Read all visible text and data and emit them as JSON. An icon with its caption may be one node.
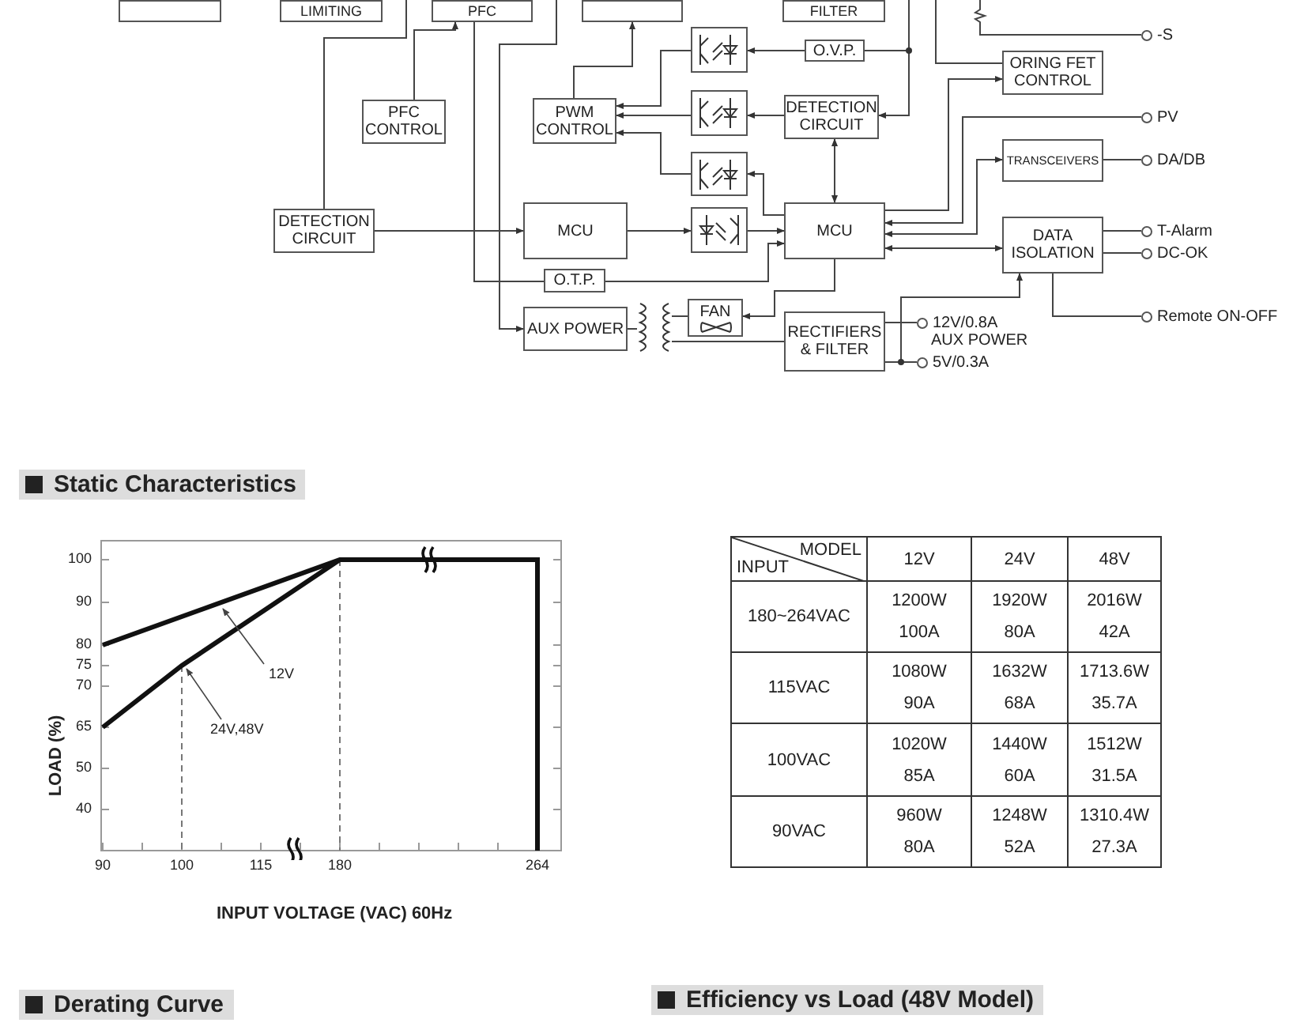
{
  "diagram": {
    "nodes": [
      {
        "text": [],
        "shape": "box"
      },
      {
        "text": [
          "LIMITING"
        ]
      },
      {
        "text": [
          "PFC"
        ]
      },
      {
        "text": [],
        "shape": "box"
      },
      {
        "text": [
          "FILTER"
        ]
      },
      {
        "text": [
          "PFC CONTROL"
        ]
      },
      {
        "text": [
          "PWM CONTROL"
        ]
      },
      {
        "text": [],
        "shape": "picture"
      },
      {
        "text": [
          "O.V.P."
        ]
      },
      {
        "text": [
          "ORING FET CONTROL"
        ]
      },
      {
        "text": [
          "-S"
        ]
      },
      {
        "text": [],
        "shape": "picture"
      },
      {
        "text": [
          "DETECTION CIRCUIT"
        ]
      },
      {
        "text": [
          "PV"
        ]
      },
      {
        "text": [
          "TRANSCEIVERS"
        ]
      },
      {
        "text": [
          "DA/DB"
        ]
      },
      {
        "text": [],
        "shape": "picture"
      },
      {
        "text": [
          "DETECTION CIRCUIT"
        ]
      },
      {
        "text": [
          "MCU"
        ]
      },
      {
        "text": [],
        "shape": "picture"
      },
      {
        "text": [
          "MCU"
        ]
      },
      {
        "text": [
          "DATA ISOLATION"
        ]
      },
      {
        "text": [
          "T-Alarm"
        ]
      },
      {
        "text": [
          "DC-OK"
        ]
      },
      {
        "text": [
          "O.T.P."
        ]
      },
      {
        "text": [
          "AUX POWER"
        ]
      },
      {
        "text": [],
        "shape": "picture"
      },
      {
        "text": [
          "FAN"
        ]
      },
      {
        "text": [
          "RECTIFIERS & FILTER"
        ]
      },
      {
        "text": [
          "Remote ON-OFF"
        ]
      },
      {
        "text": [
          "12V/0.8A"
        ]
      },
      {
        "text": [
          "5V/0.3A"
        ]
      }
    ],
    "edges": [
      {
        "from": null,
        "to": 17,
        "arrow": "none"
      },
      {
        "from": 5,
        "to": 2,
        "arrow": "to"
      },
      {
        "from": 2,
        "to": 24,
        "arrow": "none"
      },
      {
        "from": null,
        "to": 25,
        "arrow": "to"
      },
      {
        "from": 17,
        "to": 18,
        "arrow": "to"
      },
      {
        "from": 6,
        "to": 3,
        "arrow": "to"
      },
      {
        "from": 7,
        "to": 6,
        "arrow": "to"
      },
      {
        "from": 11,
        "to": 6,
        "arrow": "to"
      },
      {
        "from": 16,
        "to": 6,
        "arrow": "to"
      },
      {
        "from": 8,
        "to": 7,
        "arrow": "to"
      },
      {
        "from": 12,
        "to": 11,
        "arrow": "to"
      },
      {
        "from": 20,
        "to": 16,
        "arrow": "to"
      },
      {
        "from": 18,
        "to": 19,
        "arrow": "to"
      },
      {
        "from": 19,
        "to": 20,
        "arrow": "to"
      },
      {
        "from": 24,
        "to": 20,
        "arrow": "to"
      },
      {
        "from": 20,
        "to": 12,
        "arrow": "both"
      },
      {
        "from": 20,
        "to": 27,
        "arrow": "to"
      },
      {
        "from": null,
        "to": 8,
        "arrow": "none"
      },
      {
        "from": null,
        "to": 12,
        "arrow": "to"
      },
      {
        "from": 20,
        "to": 9,
        "arrow": "to"
      },
      {
        "from": null,
        "to": 9,
        "arrow": "none"
      },
      {
        "from": null,
        "to": 10,
        "arrow": "none"
      },
      {
        "from": 13,
        "to": 20,
        "arrow": "to"
      },
      {
        "from": 20,
        "to": 14,
        "arrow": "both"
      },
      {
        "from": 20,
        "to": 21,
        "arrow": "both"
      },
      {
        "from": 14,
        "to": 15,
        "arrow": "none"
      },
      {
        "from": 21,
        "to": 22,
        "arrow": "none"
      },
      {
        "from": 21,
        "to": 23,
        "arrow": "none"
      },
      {
        "from": 21,
        "to": 29,
        "arrow": "none"
      },
      {
        "from": 25,
        "to": 26,
        "arrow": "none"
      },
      {
        "from": 26,
        "to": 27,
        "arrow": "none"
      },
      {
        "from": 26,
        "to": 28,
        "arrow": "none"
      },
      {
        "from": 28,
        "to": 30,
        "arrow": "none"
      },
      {
        "from": 28,
        "to": 31,
        "arrow": "none"
      },
      {
        "from": 28,
        "to": 21,
        "arrow": "to"
      }
    ],
    "labels": [
      "AUX POWER",
      "Static Characteristics",
      "LOAD (%)",
      "100",
      "90",
      "80",
      "75",
      "70",
      "65",
      "50",
      "40",
      "12V",
      "24V,48V",
      "90",
      "100",
      "115",
      "180",
      "264",
      "INPUT VOLTAGE (VAC) 60Hz",
      "MODEL",
      "INPUT",
      "12V",
      "24V",
      "48V",
      "180~264VAC",
      "1200W 100A",
      "1920W 80A",
      "2016W 42A",
      "115VAC",
      "1080W 90A",
      "1632W 68A",
      "1713.6W 35.7A",
      "100VAC",
      "1020W 85A",
      "1440W 60A",
      "1512W 31.5A",
      "90VAC",
      "960W 80A",
      "1248W 52A",
      "1310.4W 27.3A",
      "Derating Curve",
      "Efficiency vs Load (48V Model)"
    ]
  }
}
